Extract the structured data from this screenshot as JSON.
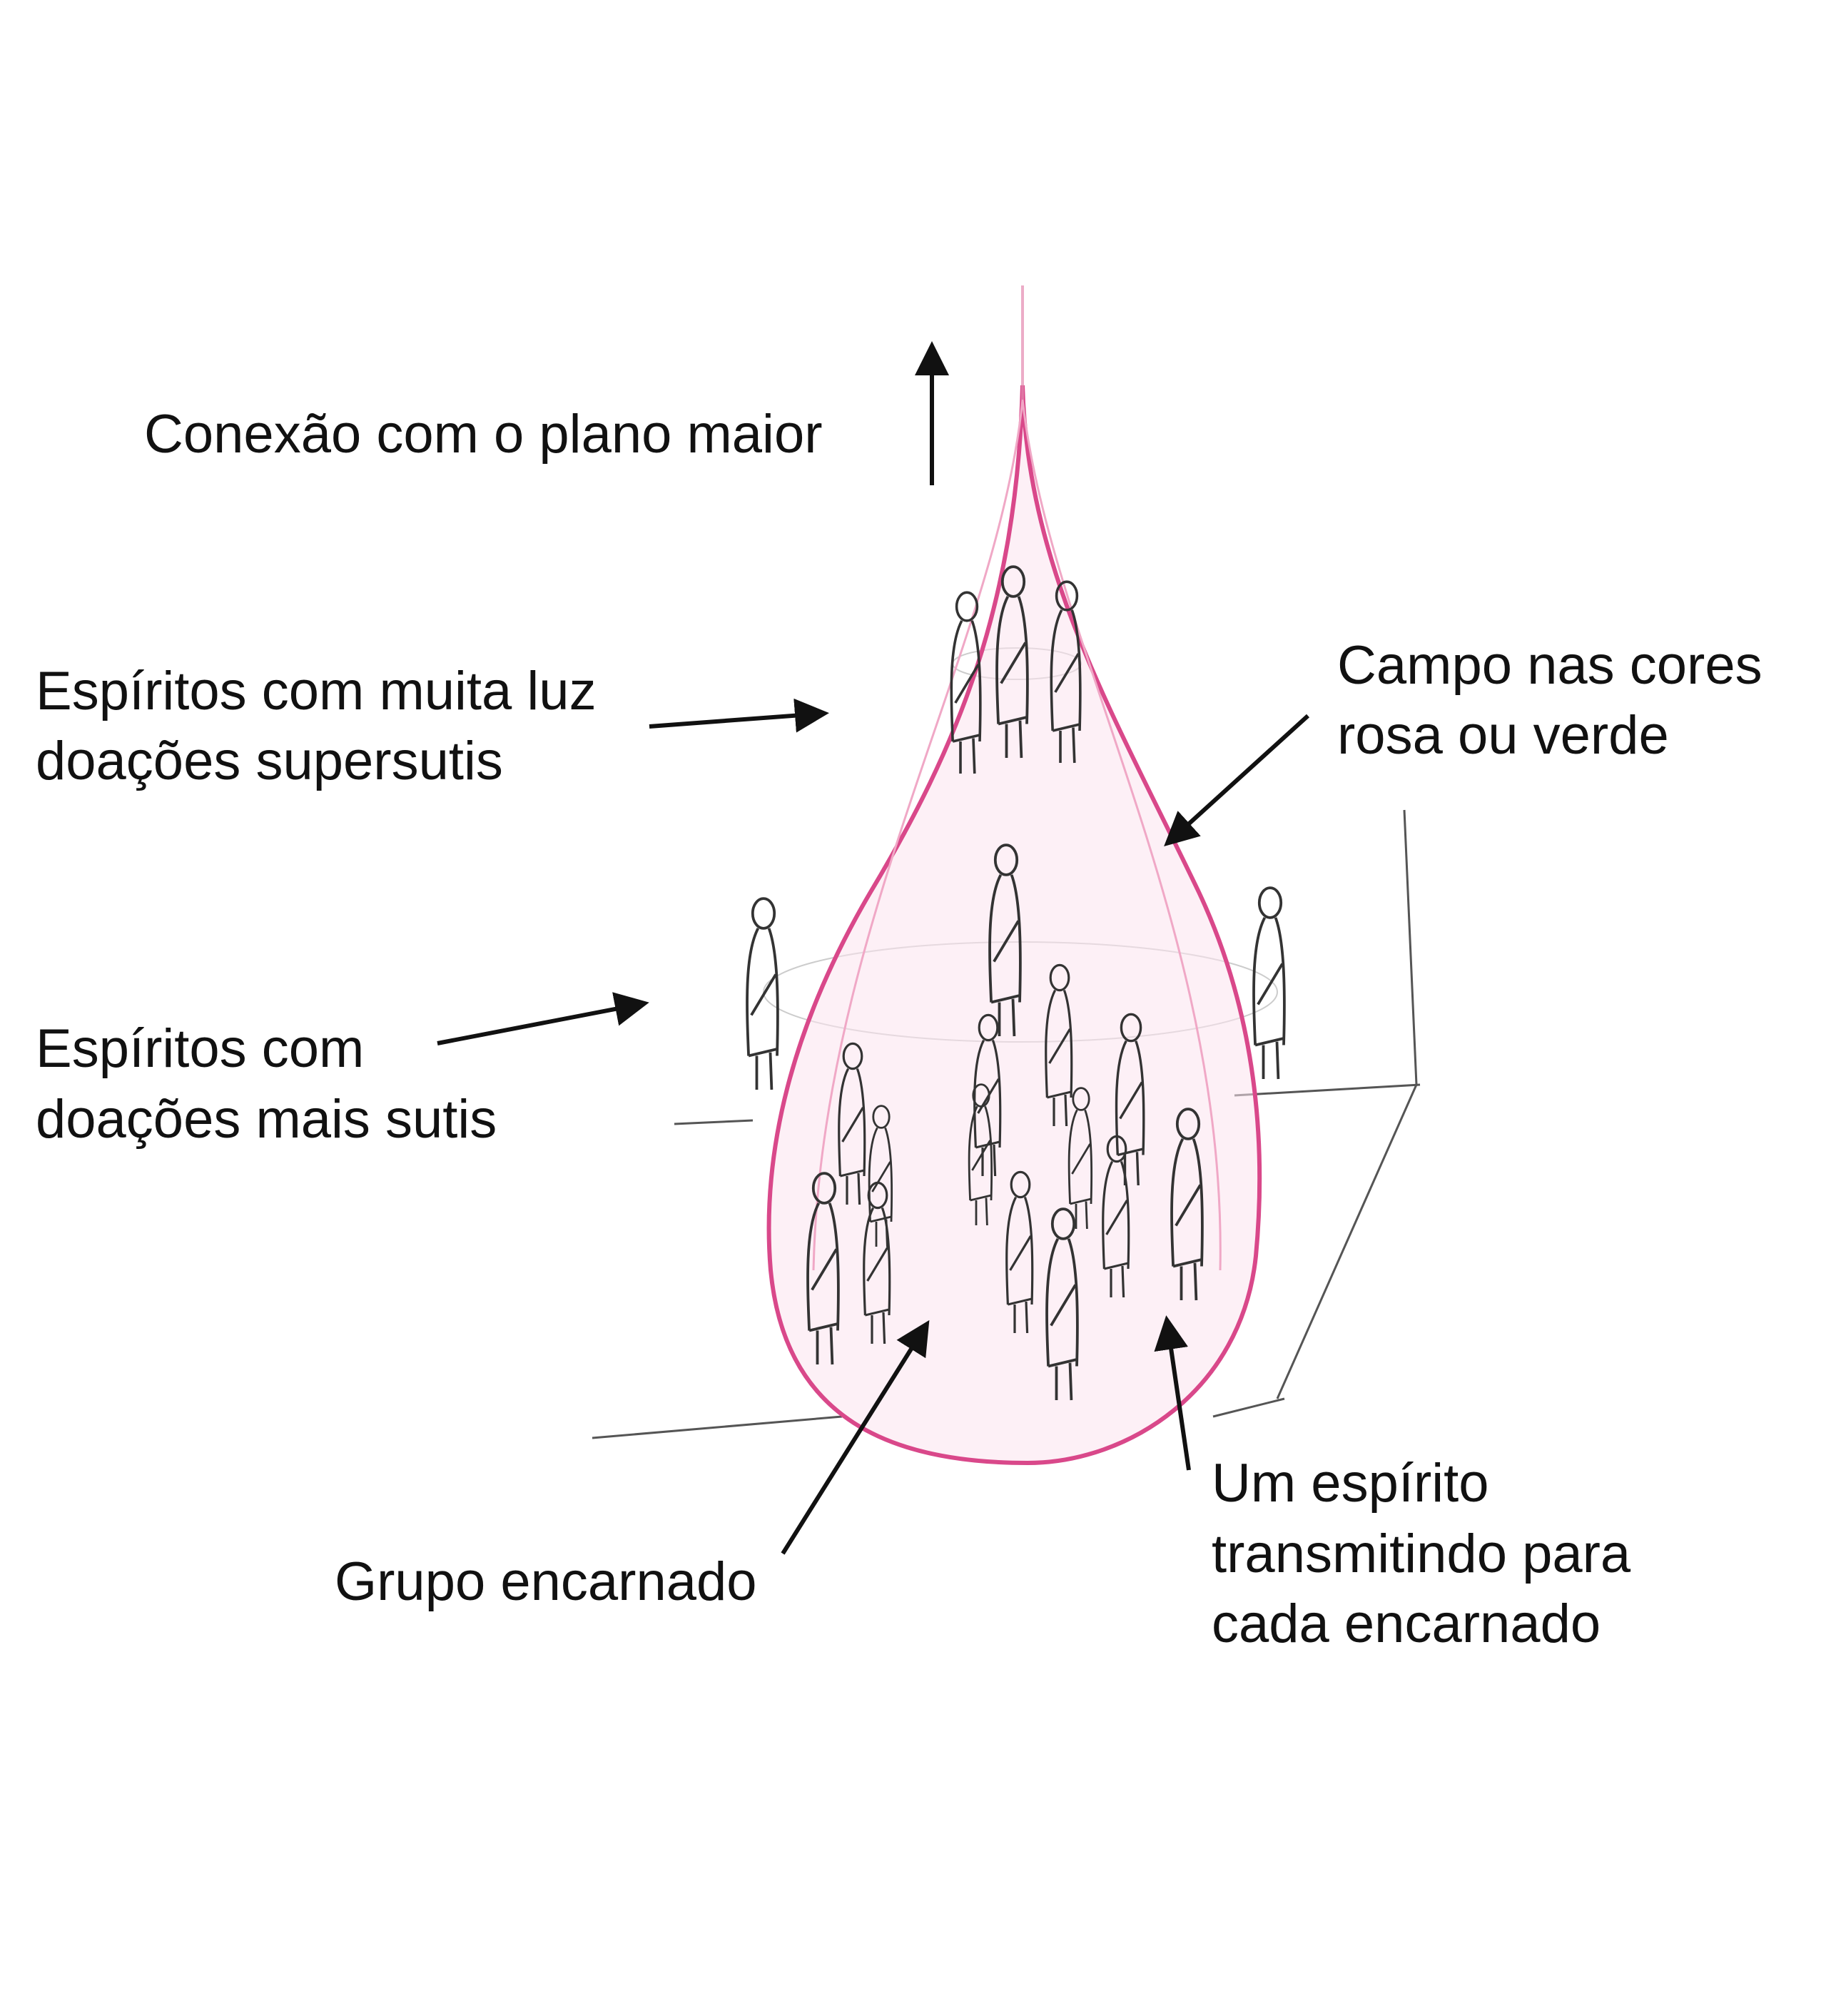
{
  "colors": {
    "field_stroke": "#d9488a",
    "field_fill": "#fbe3ee",
    "pencil": "#3a3a3a",
    "text": "#111111"
  },
  "labels": {
    "connection": "Conexão com o plano maior",
    "bright_spirits": [
      "Espíritos com muita luz",
      "doações supersutis"
    ],
    "field": [
      "Campo nas cores",
      "rosa ou verde"
    ],
    "subtle_spirits": [
      "Espíritos com",
      "doações mais sutis"
    ],
    "group": "Grupo encarnado",
    "transmitting": [
      "Um espírito",
      "transmitindo para",
      "cada encarnado"
    ]
  }
}
